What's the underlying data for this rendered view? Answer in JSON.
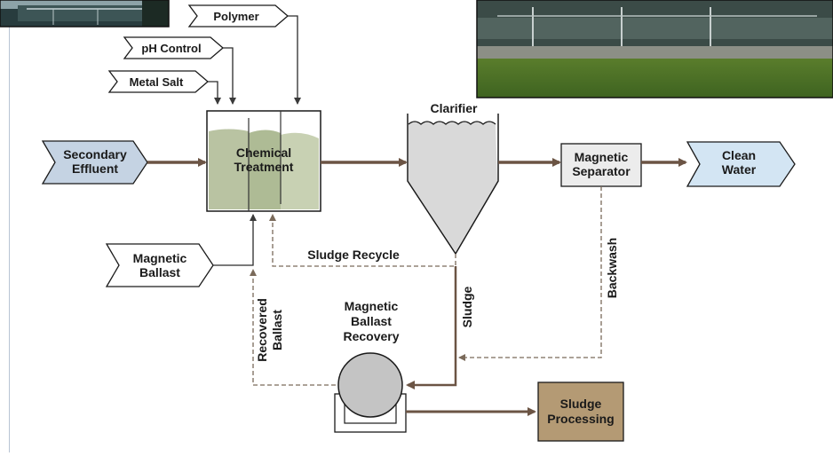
{
  "inputs": {
    "polymer": "Polymer",
    "ph_control": "pH Control",
    "metal_salt": "Metal Salt",
    "secondary_effluent": [
      "Secondary",
      "Effluent"
    ],
    "magnetic_ballast": [
      "Magnetic",
      "Ballast"
    ]
  },
  "units": {
    "chemical_treatment": [
      "Chemical",
      "Treatment"
    ],
    "clarifier": "Clarifier",
    "magnetic_separator": [
      "Magnetic",
      "Separator"
    ],
    "clean_water": [
      "Clean",
      "Water"
    ],
    "ballast_recovery": [
      "Magnetic",
      "Ballast",
      "Recovery"
    ],
    "sludge_processing": [
      "Sludge",
      "Processing"
    ]
  },
  "flows": {
    "sludge_recycle": "Sludge Recycle",
    "sludge": "Sludge",
    "backwash": "Backwash",
    "recovered_ballast": [
      "Recovered",
      "Ballast"
    ]
  },
  "colors": {
    "flow_arrow": "#6b5444",
    "tank_fill": "#b9c3a2",
    "influent_fill": "#c5d3e3",
    "clean_water_fill": "#d3e5f3",
    "sludge_processing_fill": "#b49a74",
    "separator_fill": "#ececec"
  }
}
